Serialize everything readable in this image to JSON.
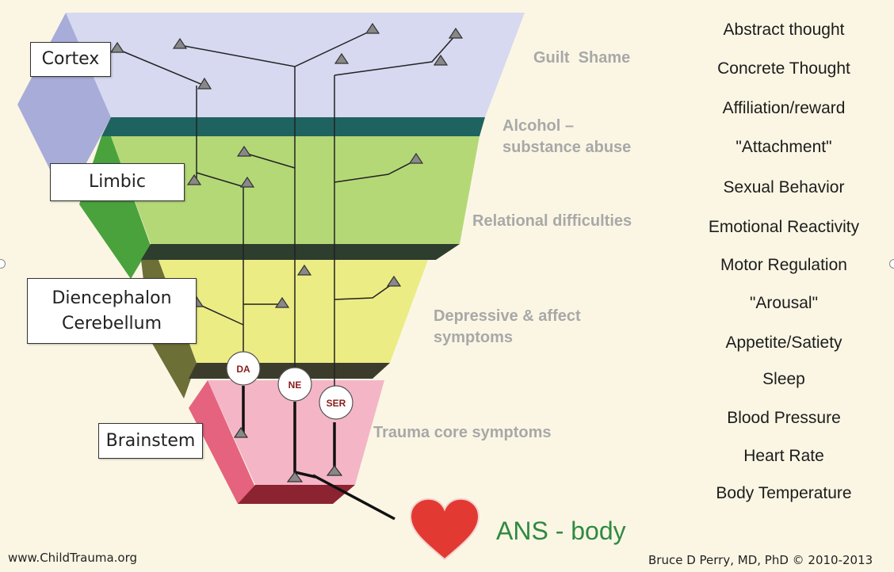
{
  "regions": [
    {
      "label": "Cortex",
      "lines": [
        "Cortex"
      ]
    },
    {
      "label": "Limbic",
      "lines": [
        "Limbic"
      ]
    },
    {
      "label": "Diencephalon Cerebellum",
      "lines": [
        "Diencephalon",
        "Cerebellum"
      ]
    },
    {
      "label": "Brainstem",
      "lines": [
        "Brainstem"
      ]
    }
  ],
  "symptoms": {
    "guilt": "Guilt  Shame",
    "alcohol_1": "Alcohol –",
    "alcohol_2": "substance abuse",
    "relational": "Relational difficulties",
    "depressive_1": "Depressive & affect",
    "depressive_2": "symptoms",
    "trauma": "Trauma core symptoms"
  },
  "functions": [
    "Abstract thought",
    "Concrete Thought",
    "Affiliation/reward",
    "\"Attachment\"",
    "Sexual Behavior",
    "Emotional Reactivity",
    "Motor Regulation",
    "\"Arousal\"",
    "Appetite/Satiety",
    "Sleep",
    "Blood Pressure",
    "Heart Rate",
    "Body Temperature"
  ],
  "neurotransmitters": {
    "da": "DA",
    "ne": "NE",
    "ser": "SER"
  },
  "ans_label": "ANS - body",
  "footer": {
    "left": "www.ChildTrauma.org",
    "right": "Bruce D Perry, MD, PhD © 2010-2013"
  },
  "colors": {
    "background": "#fbf6e4",
    "cortex": "#d6d9f0",
    "limbic": "#b5d877",
    "diencephalon": "#ecec85",
    "brainstem": "#f4b6c6",
    "symptom_text": "#a8a8a8",
    "ans_text": "#2f8a41",
    "heart": "#e23a32",
    "nt_label": "#8b1a1a"
  }
}
